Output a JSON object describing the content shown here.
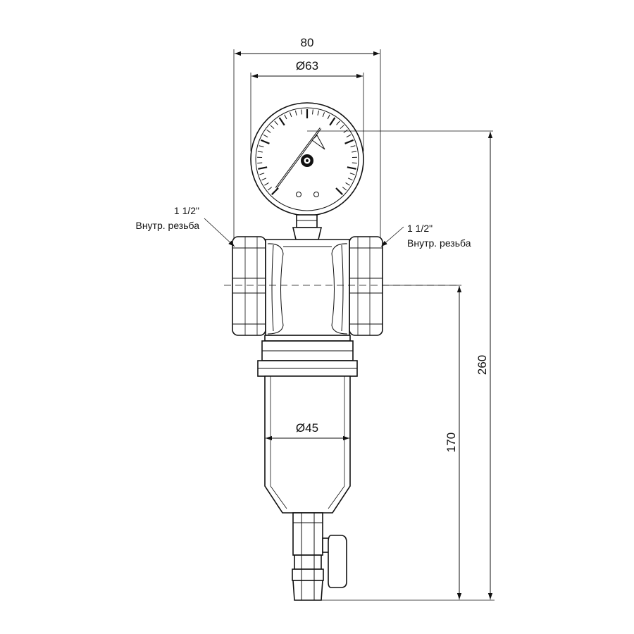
{
  "dimensions": {
    "overall_width": "80",
    "gauge_diameter": "Ø63",
    "bowl_diameter": "Ø45",
    "overall_height": "260",
    "axis_to_bottom": "170"
  },
  "connections": {
    "left": {
      "size": "1 1/2\"",
      "thread": "Внутр. резьба"
    },
    "right": {
      "size": "1 1/2\"",
      "thread": "Внутр. резьба"
    }
  },
  "colors": {
    "line": "#111111",
    "background": "#ffffff"
  }
}
